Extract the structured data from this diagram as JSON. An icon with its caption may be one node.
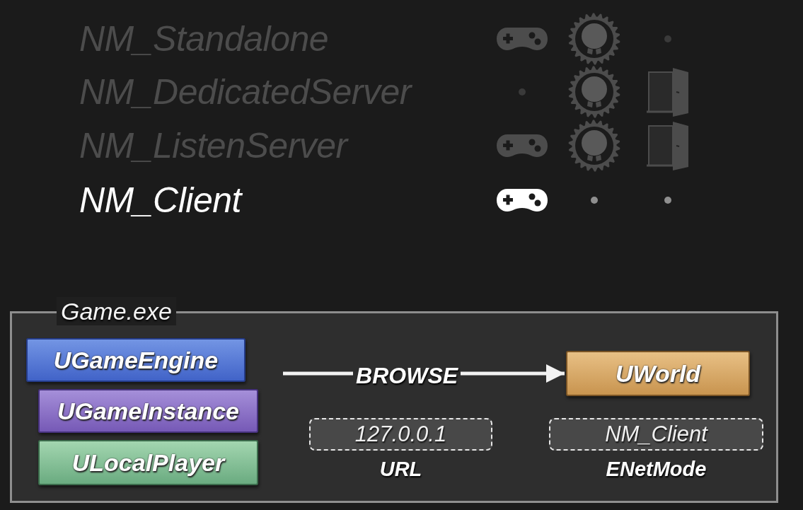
{
  "diagram": {
    "nodes": [
      {
        "text": [
          "Game.exe"
        ]
      },
      {
        "text": [
          "UGameEngine"
        ],
        "in": 0
      },
      {
        "text": [
          "UGameInstance"
        ],
        "in": 0
      },
      {
        "text": [
          "ULocalPlayer"
        ],
        "in": 0
      },
      {
        "text": [
          "UWorld"
        ],
        "in": 0
      },
      {
        "text": [
          "127.0.0.1"
        ],
        "in": 0,
        "beside": [
          "URL"
        ]
      },
      {
        "text": [
          "NM_Client"
        ],
        "in": 0,
        "beside": [
          "ENetMode"
        ]
      }
    ],
    "edges": [
      {
        "from": null,
        "to": 4,
        "arrow": "to",
        "label": "BROWSE"
      }
    ],
    "labels": [
      "NM_Standalone",
      "NM_DedicatedServer",
      "NM_ListenServer",
      "NM_Client"
    ]
  }
}
